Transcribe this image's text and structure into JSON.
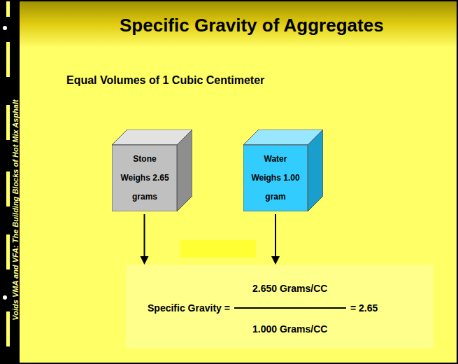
{
  "diagram": {
    "title": "Specific Gravity of Aggregates",
    "nodes": [
      {
        "text": [
          "Stone Weighs 2.65 grams"
        ]
      },
      {
        "text": [
          "Water Weighs 1.00 gram"
        ]
      },
      {
        "text": [
          "Specific Gravity =",
          "2.650 Grams/CC",
          "1.000 Grams/CC",
          "= 2.65"
        ]
      }
    ],
    "edges": [
      {
        "from": 0,
        "to": 2,
        "arrow": "to"
      },
      {
        "from": 1,
        "to": 2,
        "arrow": "to"
      }
    ],
    "labels": [
      "Equal Volumes of 1 Cubic Centimeter",
      "Voids VMA and VFA: The Building Blocks of Hot Mix Asphalt"
    ]
  }
}
